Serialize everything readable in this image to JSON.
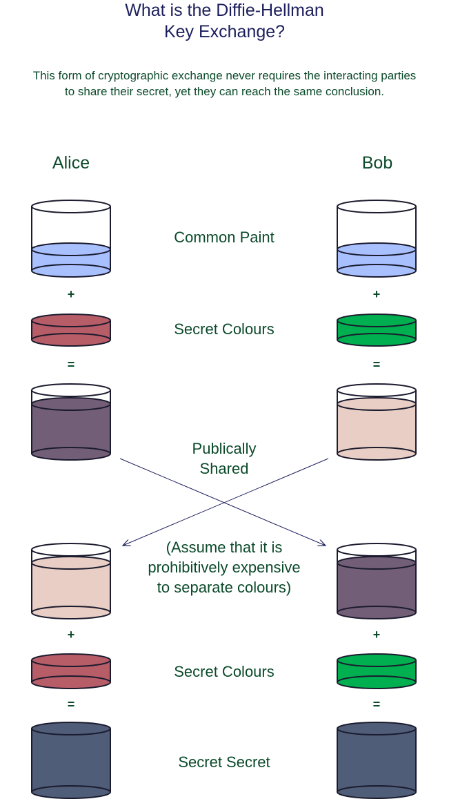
{
  "title_line1": "What is the Diffie-Hellman",
  "title_line2": "Key Exchange?",
  "subtitle_line1": "This form of cryptographic exchange never requires the interacting parties",
  "subtitle_line2": "to share their secret, yet they can reach the same conclusion.",
  "alice": "Alice",
  "bob": "Bob",
  "labels": {
    "common_paint": "Common Paint",
    "secret_colours_1": "Secret Colours",
    "publically_shared_line1": "Publically",
    "publically_shared_line2": "Shared",
    "assume_line1": "(Assume that it is",
    "assume_line2": "prohibitively expensive",
    "assume_line3": "to separate colours)",
    "secret_colours_2": "Secret Colours",
    "secret_secret": "Secret Secret"
  },
  "operators": {
    "plus": "+",
    "equals": "="
  },
  "colors": {
    "common_paint": "#a9c0ff",
    "alice_secret": "#b65d68",
    "bob_secret": "#00b050",
    "alice_mix": "#735e78",
    "bob_mix": "#e8cec4",
    "final_secret": "#4f5d78",
    "outline": "#1b1b2e",
    "title": "#1c1f5c",
    "text": "#0b4a2a"
  }
}
